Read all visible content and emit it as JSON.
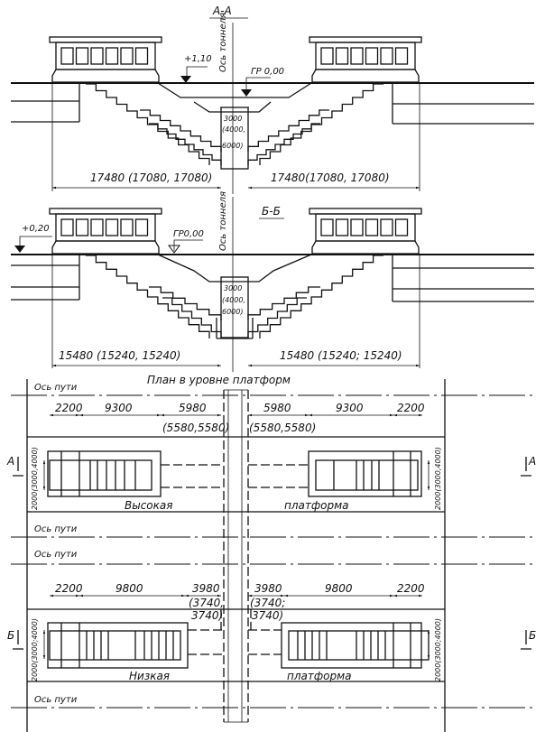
{
  "section_aa": {
    "title": "А-А",
    "axis_label": "Ось тоннеля",
    "elev_top": "+1,10",
    "elev_rail": "ГР 0,00",
    "shaft_dims": [
      "3000",
      "(4000,",
      "6000)"
    ],
    "dim_left": "17480 (17080, 17080)",
    "dim_right": "17480(17080, 17080)"
  },
  "section_bb": {
    "title": "Б-Б",
    "axis_label": "Ось тоннеля",
    "elev_top": "+0,20",
    "elev_rail": "ГР0,00",
    "shaft_dims": [
      "3000",
      "(4000,",
      "6000)"
    ],
    "dim_left": "15480 (15240, 15240)",
    "dim_right": "15480 (15240; 15240)"
  },
  "plan": {
    "title": "План в уровне платформ",
    "track_axis": "Ось пути",
    "high": {
      "label_left": "Высокая",
      "label_right": "платформа",
      "dims_left": [
        "2200",
        "9300",
        "5980",
        "(5580,5580)"
      ],
      "dims_right": [
        "5980",
        "(5580,5580)",
        "9300",
        "2200"
      ],
      "width_dim_left": "2000(3000,4000)",
      "width_dim_right": "2000(3000,4000)",
      "section_mark": "А"
    },
    "low": {
      "label_left": "Низкая",
      "label_right": "платформа",
      "dims_left": [
        "2200",
        "9800",
        "3980",
        "(3740,",
        "3740)"
      ],
      "dims_right": [
        "3980",
        "(3740;",
        "3740)",
        "9800",
        "2200"
      ],
      "width_dim_left": "2000(3000;4000)",
      "width_dim_right": "2000(3000;4000)",
      "section_mark": "Б"
    }
  }
}
